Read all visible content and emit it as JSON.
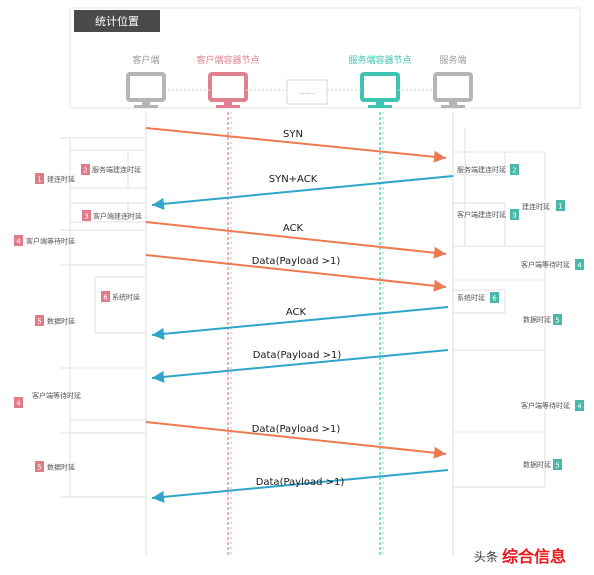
{
  "title": "统计位置",
  "colors": {
    "orange": "#ec7a52",
    "blue": "#2ea5c9",
    "pink": "#e08090",
    "teal": "#3ec4b2",
    "gray": "#b5b5b5",
    "badge_pink": "#e07b8a",
    "badge_teal": "#49b8a8"
  },
  "header": {
    "client": "客户端",
    "client_container": "客户端容器节点",
    "ellipsis": "......",
    "server_container": "服务端容器节点",
    "server": "服务端"
  },
  "messages": [
    {
      "text": "SYN",
      "dir": "right"
    },
    {
      "text": "SYN+ACK",
      "dir": "left"
    },
    {
      "text": "ACK",
      "dir": "right"
    },
    {
      "text": "Data(Payload >1)",
      "dir": "right"
    },
    {
      "text": "ACK",
      "dir": "left"
    },
    {
      "text": "Data(Payload >1)",
      "dir": "left"
    },
    {
      "text": "Data(Payload >1)",
      "dir": "right"
    },
    {
      "text": "Data(Payload >1)",
      "dir": "left"
    }
  ],
  "left_labels": [
    {
      "num": "1",
      "text": "建连时延"
    },
    {
      "num": "2",
      "text": "服务端建连时延"
    },
    {
      "num": "3",
      "text": "客户端建连时延"
    },
    {
      "num": "4",
      "text": "客户端等待时延"
    },
    {
      "num": "6",
      "text": "系统时延"
    },
    {
      "num": "5",
      "text": "数据时延"
    },
    {
      "num": "4",
      "text": "客户端等待时延"
    },
    {
      "num": "5",
      "text": "数据时延"
    }
  ],
  "right_labels": [
    {
      "num": "2",
      "text": "服务端建连时延"
    },
    {
      "num": "1",
      "text": "建连时延"
    },
    {
      "num": "3",
      "text": "客户端建连时延"
    },
    {
      "num": "4",
      "text": "客户端等待时延"
    },
    {
      "num": "6",
      "text": "系统时延"
    },
    {
      "num": "5",
      "text": "数据时延"
    },
    {
      "num": "4",
      "text": "客户端等待时延"
    },
    {
      "num": "5",
      "text": "数据时延"
    }
  ],
  "watermark": {
    "prefix": "头条",
    "name": "综合信息"
  }
}
